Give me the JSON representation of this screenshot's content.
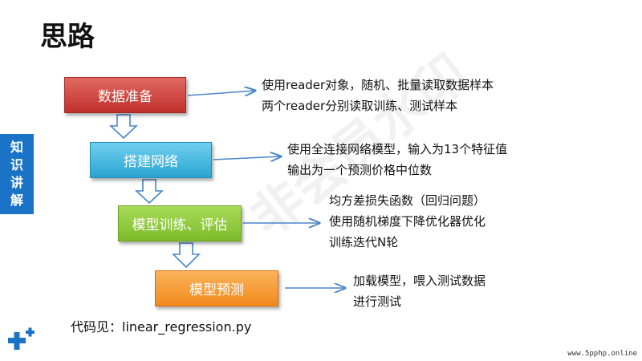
{
  "title": "思路",
  "side_tab": {
    "chars": [
      "知",
      "识",
      "讲",
      "解"
    ]
  },
  "steps": [
    {
      "label": "数据准备",
      "color": "#c0302b",
      "lines": [
        "使用reader对象，随机、批量读取数据样本",
        "两个reader分别读取训练、测试样本"
      ]
    },
    {
      "label": "搭建网络",
      "color": "#2ba4d3",
      "lines": [
        "使用全连接网络模型，输入为13个特征值",
        "输出为一个预测价格中位数"
      ]
    },
    {
      "label": "模型训练、评估",
      "color": "#7ebb2b",
      "lines": [
        "均方差损失函数（回归问题）",
        "使用随机梯度下降优化器优化",
        "训练迭代N轮"
      ]
    },
    {
      "label": "模型预测",
      "color": "#f18a1c",
      "lines": [
        "加载模型，喂入测试数据",
        "进行测试"
      ]
    }
  ],
  "code_ref": "代码见：linear_regression.py",
  "watermark": "非会员水印",
  "site": "www.5pphp.online",
  "colors": {
    "accent_blue": "#1a73c6",
    "arrow_blue": "#4a86c8"
  }
}
